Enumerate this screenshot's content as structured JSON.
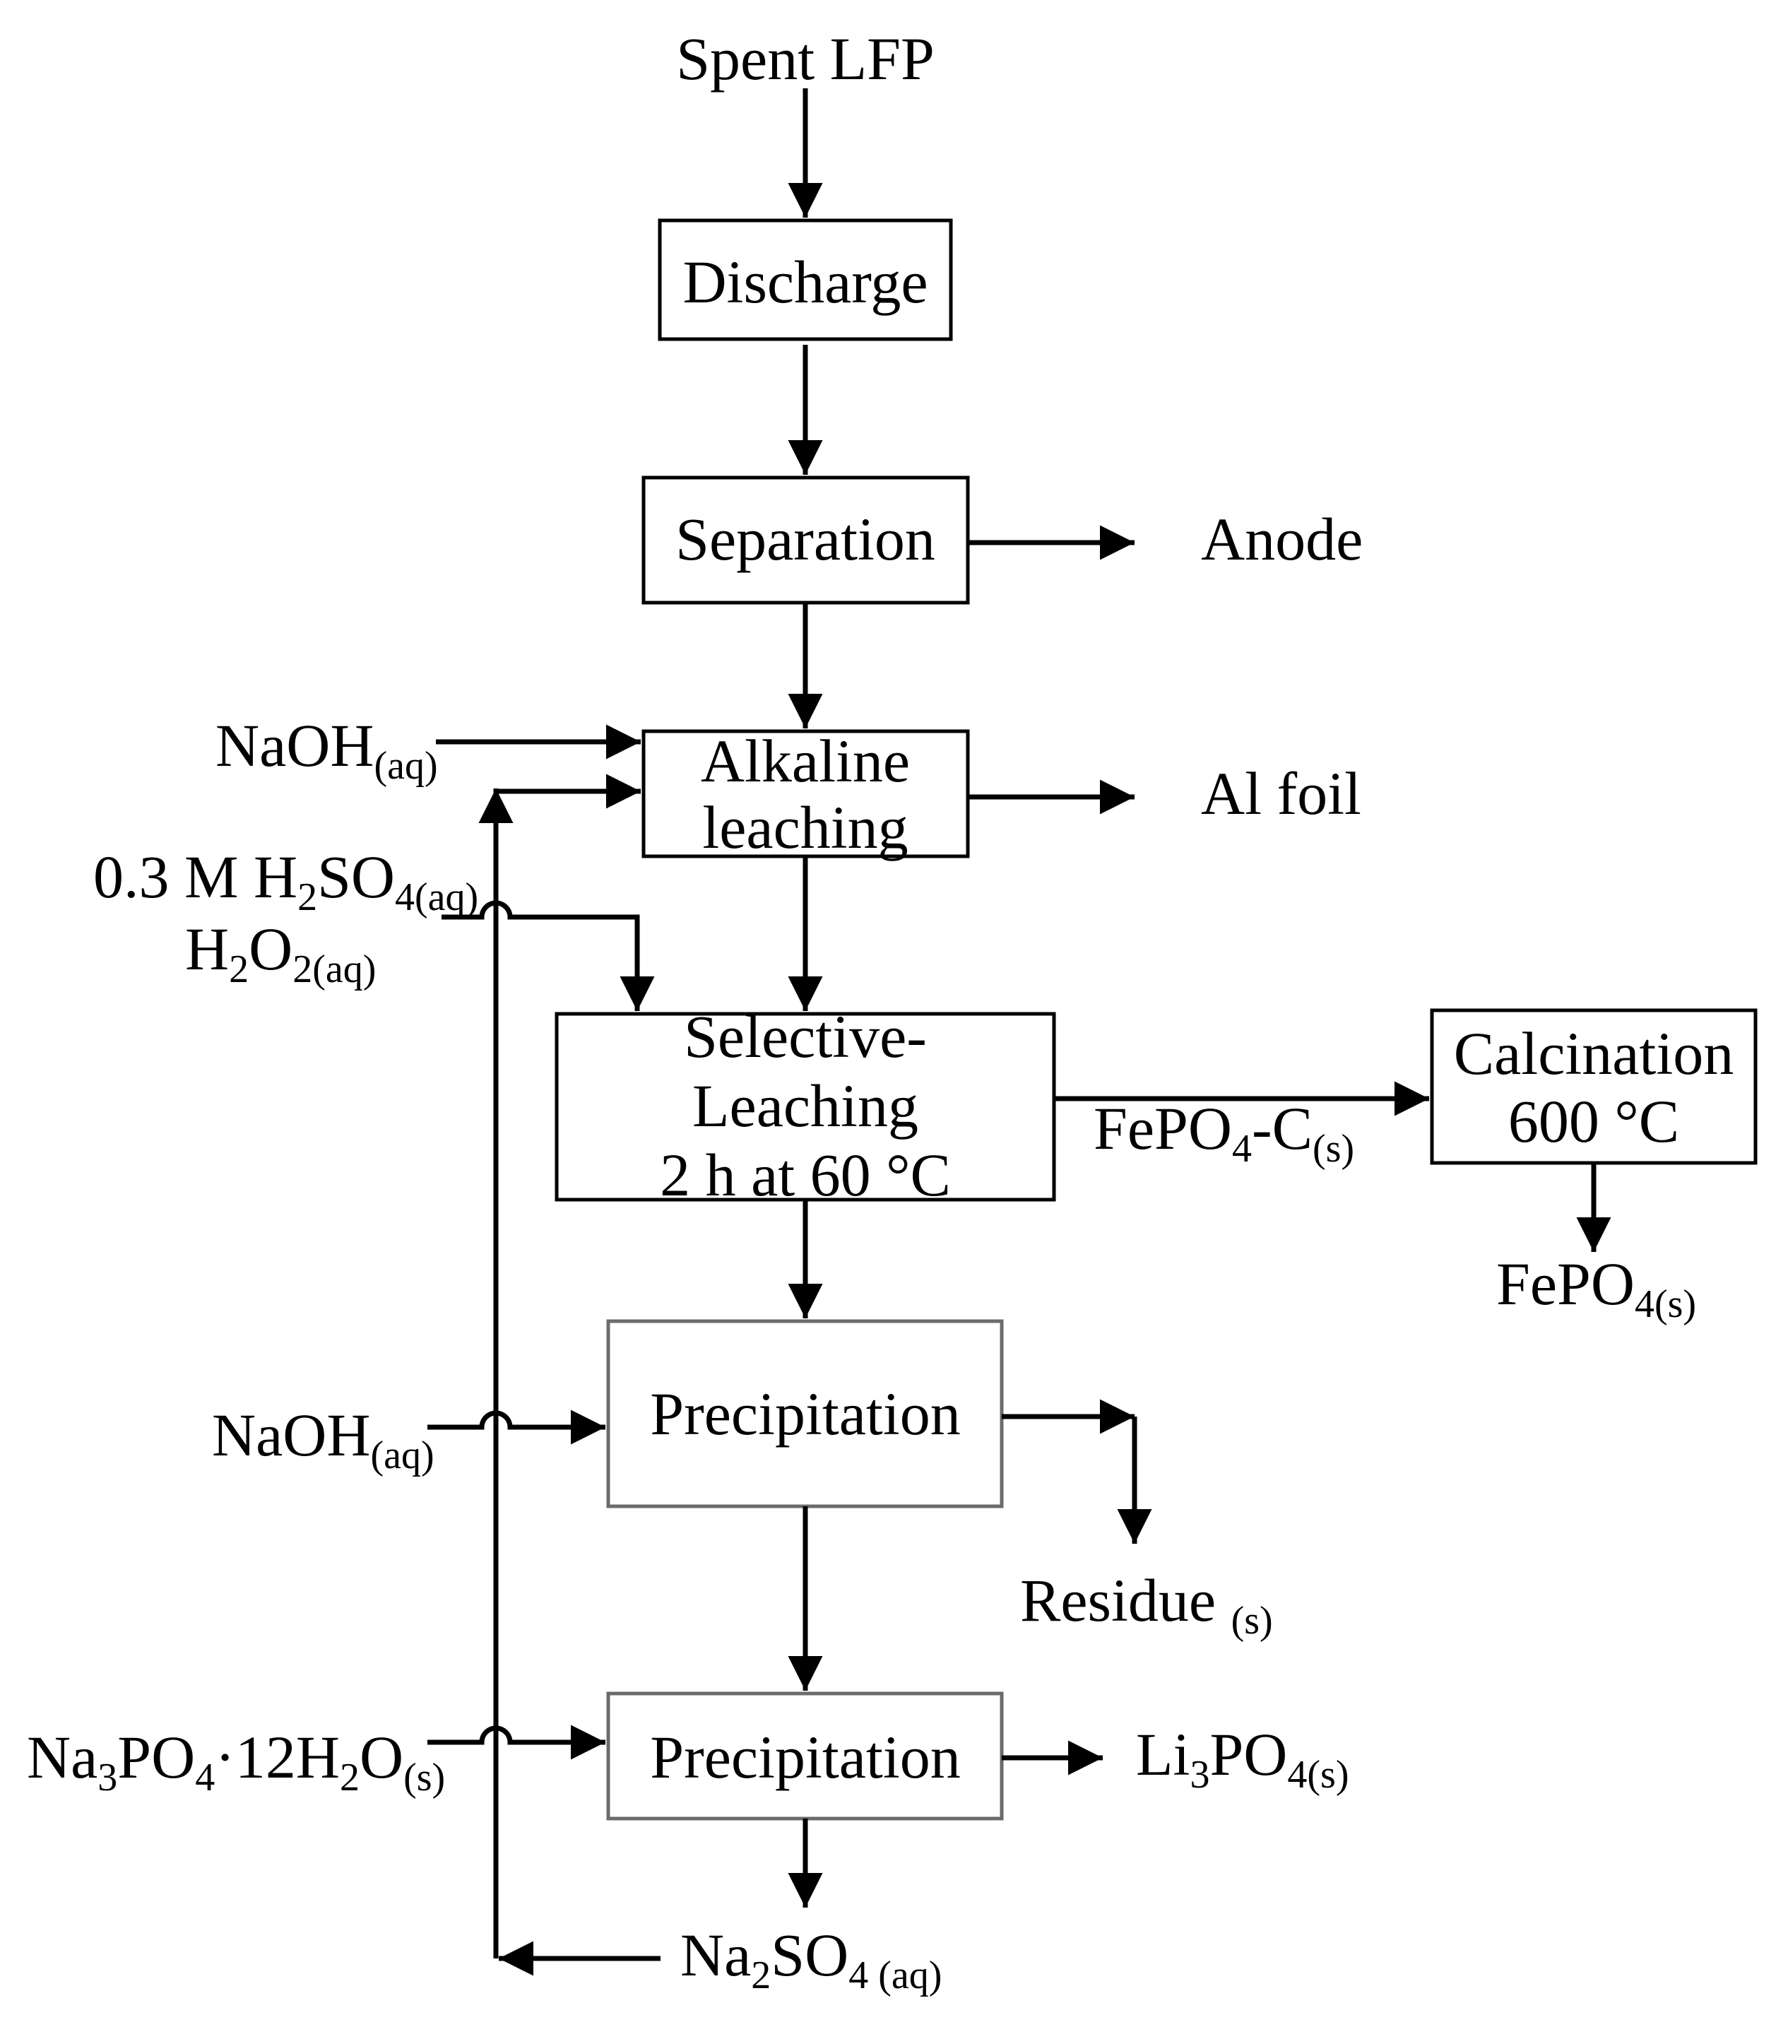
{
  "diagram": {
    "inputs": {
      "spent_lfp": "Spent LFP",
      "naoh_1": {
        "main": "NaOH",
        "sub": "(aq)"
      },
      "h2so4": {
        "prefix": "0.3 M H",
        "s1": "2",
        "mid": "SO",
        "s2": "4(aq)"
      },
      "h2o2": {
        "prefix": "H",
        "s1": "2",
        "mid": "O",
        "s2": "2(aq)"
      },
      "naoh_2": {
        "main": "NaOH",
        "sub": "(aq)"
      },
      "na3po4": {
        "a": "Na",
        "s1": "3",
        "b": "PO",
        "s2": "4",
        "c": "·12H",
        "s3": "2",
        "d": "O",
        "s4": "(s)"
      }
    },
    "processes": {
      "discharge": "Discharge",
      "separation": "Separation",
      "alkaline_line1": "Alkaline",
      "alkaline_line2": "leaching",
      "selective_line1": "Selective-",
      "selective_line2": "Leaching",
      "selective_line3": "2 h at 60 °C",
      "calcination_line1": "Calcination",
      "calcination_line2": "600 °C",
      "precipitation_1": "Precipitation",
      "precipitation_2": "Precipitation"
    },
    "outputs": {
      "anode": "Anode",
      "al_foil": "Al foil",
      "fepo4_c": {
        "a": "FePO",
        "s1": "4",
        "b": "-C",
        "s2": "(s)"
      },
      "fepo4": {
        "a": "FePO",
        "s1": "4(s)"
      },
      "residue": {
        "a": "Residue ",
        "s1": "(s)"
      },
      "li3po4": {
        "a": "Li",
        "s1": "3",
        "b": "PO",
        "s2": "4(s)"
      },
      "na2so4": {
        "a": "Na",
        "s1": "2",
        "b": "SO",
        "s2": "4 (aq)"
      }
    }
  }
}
